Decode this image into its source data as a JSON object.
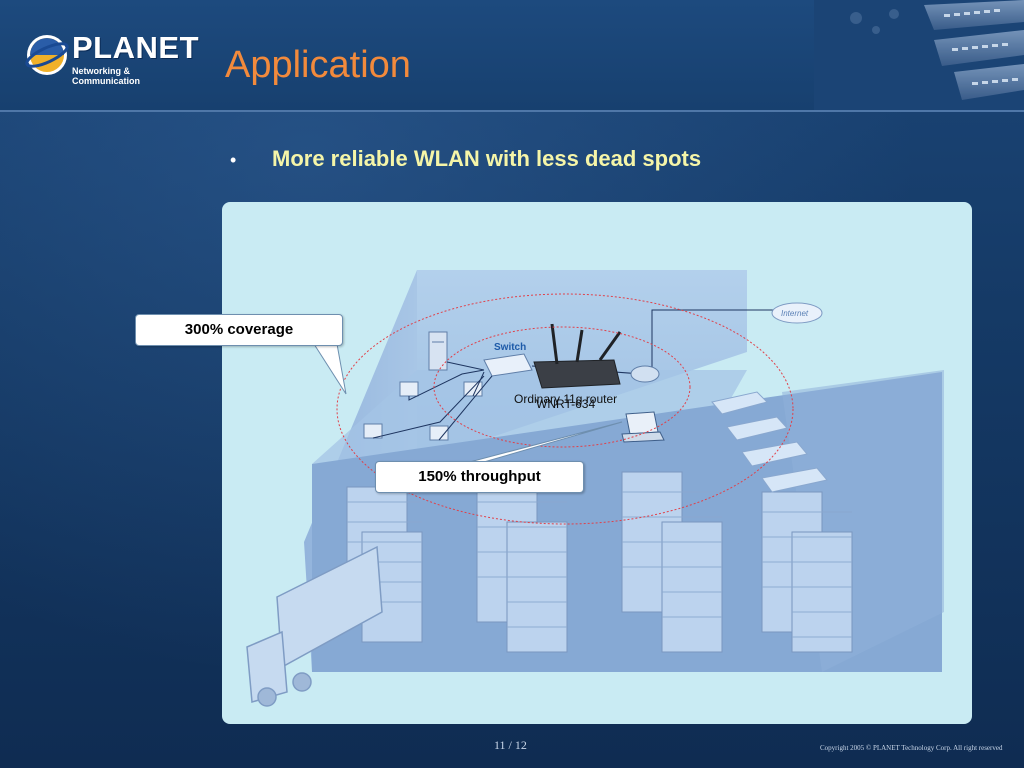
{
  "header": {
    "logo": {
      "word": "PLANET",
      "tagline": "Networking & Communication"
    },
    "title": "Application"
  },
  "bullet": {
    "marker": "•",
    "text": "More reliable WLAN with less dead spots"
  },
  "diagram": {
    "switch_label": "Switch",
    "cloud_label": "Internet",
    "router_label_1": "Ordinary 11g router",
    "router_label_2": "WNRT-634",
    "callout_coverage": "300% coverage",
    "callout_throughput": "150% throughput"
  },
  "footer": {
    "page": "11 / 12",
    "copyright": "Copyright 2005 © PLANET Technology Corp. All right reserved"
  },
  "colors": {
    "title": "#f28a3c",
    "bullet": "#f5f5a8",
    "panel": "#c9ebf3",
    "ellipse": "#e0414a"
  }
}
